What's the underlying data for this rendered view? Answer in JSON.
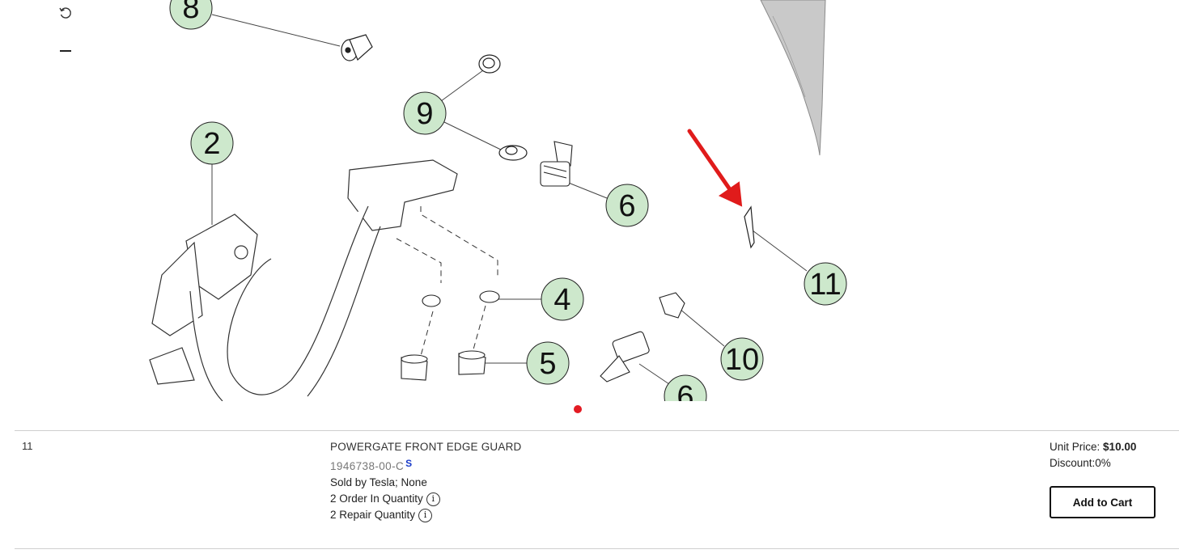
{
  "diagram": {
    "callouts": [
      "8",
      "9",
      "2",
      "6",
      "11",
      "4",
      "5",
      "10",
      "6"
    ],
    "annotation_arrow_color": "#e01b1b",
    "callout_fill": "#cde8cc"
  },
  "controls": {
    "reset_icon": "rotate-ccw-icon",
    "zoom_out_icon": "minus-icon"
  },
  "part": {
    "index": "11",
    "name": "POWERGATE FRONT EDGE GUARD",
    "number": "1946738-00-C",
    "number_badge": "S",
    "sold_by": "Sold by Tesla; None",
    "order_qty": "2 Order In Quantity",
    "repair_qty": "2 Repair Quantity",
    "unit_price_label": "Unit Price:",
    "unit_price": "$10.00",
    "discount": "Discount:0%",
    "add_to_cart": "Add to Cart"
  }
}
